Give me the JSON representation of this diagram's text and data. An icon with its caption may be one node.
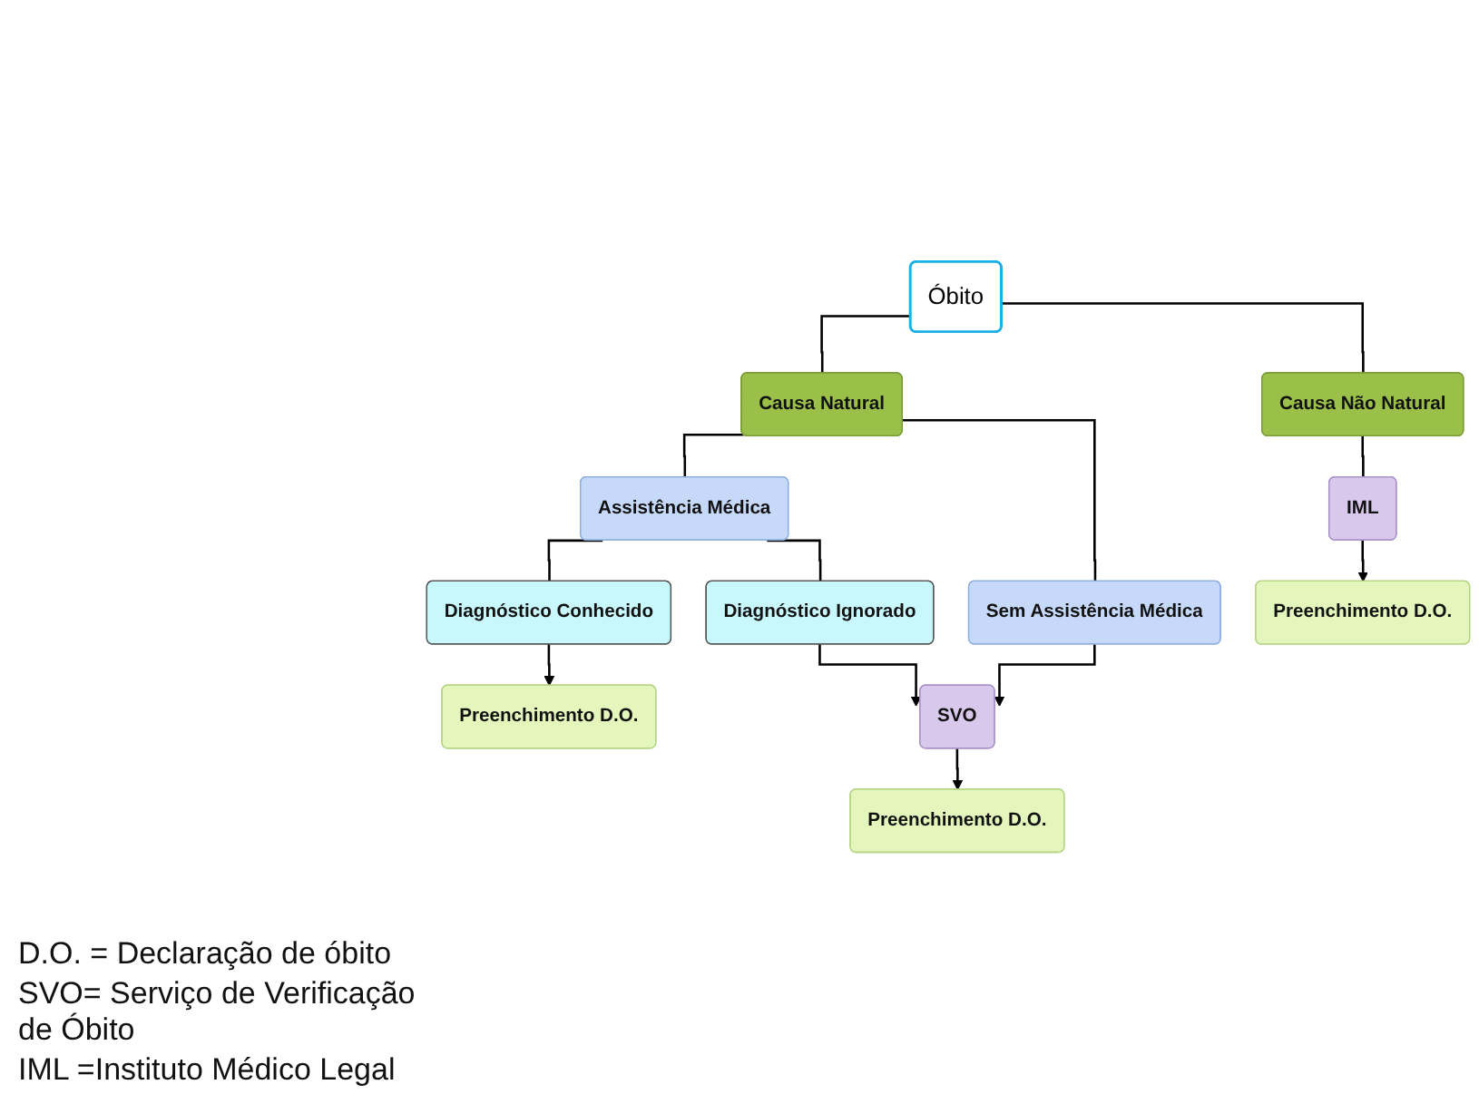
{
  "diagram": {
    "nodes": [
      {
        "text": [
          "Óbito"
        ]
      },
      {
        "text": [
          "Causa Natural"
        ]
      },
      {
        "text": [
          "Causa Não Natural"
        ]
      },
      {
        "text": [
          "Assistência Médica"
        ]
      },
      {
        "text": [
          "Sem Assistência Médica"
        ]
      },
      {
        "text": [
          "IML"
        ]
      },
      {
        "text": [
          "Diagnóstico Conhecido"
        ]
      },
      {
        "text": [
          "Diagnóstico Ignorado"
        ]
      },
      {
        "text": [
          "Preenchimento D.O."
        ]
      },
      {
        "text": [
          "Preenchimento D.O."
        ]
      },
      {
        "text": [
          "SVO"
        ]
      },
      {
        "text": [
          "Preenchimento D.O."
        ]
      }
    ],
    "edges": [
      {
        "from": 0,
        "to": 1,
        "arrow": "none"
      },
      {
        "from": 0,
        "to": 2,
        "arrow": "none"
      },
      {
        "from": 1,
        "to": 3,
        "arrow": "none"
      },
      {
        "from": 1,
        "to": 4,
        "arrow": "none"
      },
      {
        "from": 2,
        "to": 5,
        "arrow": "none"
      },
      {
        "from": 3,
        "to": 6,
        "arrow": "none"
      },
      {
        "from": 3,
        "to": 7,
        "arrow": "none"
      },
      {
        "from": 5,
        "to": 8,
        "arrow": "to"
      },
      {
        "from": 6,
        "to": 9,
        "arrow": "to"
      },
      {
        "from": 7,
        "to": 10,
        "arrow": "to"
      },
      {
        "from": 4,
        "to": 10,
        "arrow": "to"
      },
      {
        "from": 10,
        "to": 11,
        "arrow": "to"
      }
    ],
    "labels": [
      "D.O. = Declaração de óbito",
      "SVO= Serviço de Verificação de Óbito",
      "IML =Instituto Médico Legal"
    ]
  }
}
